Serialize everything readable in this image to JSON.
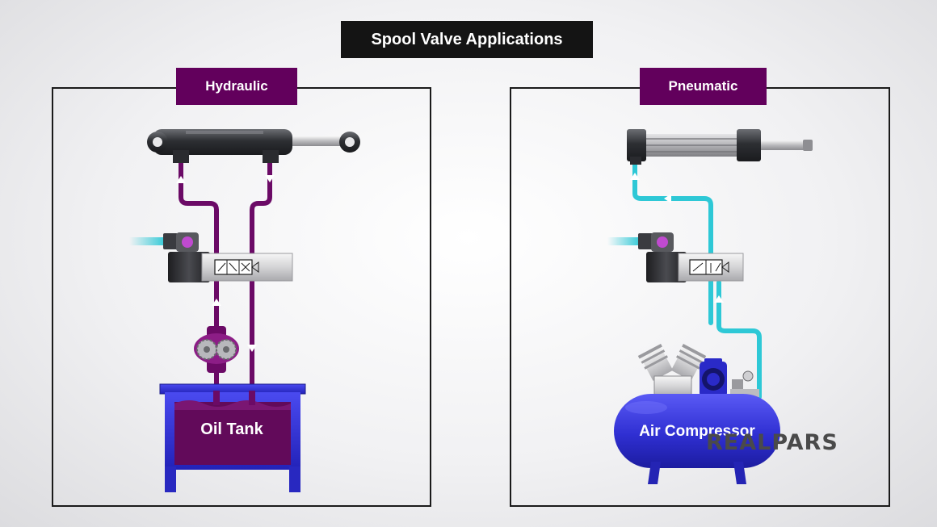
{
  "title": "Spool Valve Applications",
  "hydraulic": {
    "label": "Hydraulic",
    "tank_label": "Oil Tank",
    "line_color": "#6b0a66",
    "tank_color": "#3030d6"
  },
  "pneumatic": {
    "label": "Pneumatic",
    "compressor_label": "Air Compressor",
    "line_color": "#2ec8d6",
    "compressor_color": "#3030d6"
  },
  "brand": "REALPARS",
  "colors": {
    "tag_bg": "#62005c",
    "title_bg": "#141414"
  }
}
